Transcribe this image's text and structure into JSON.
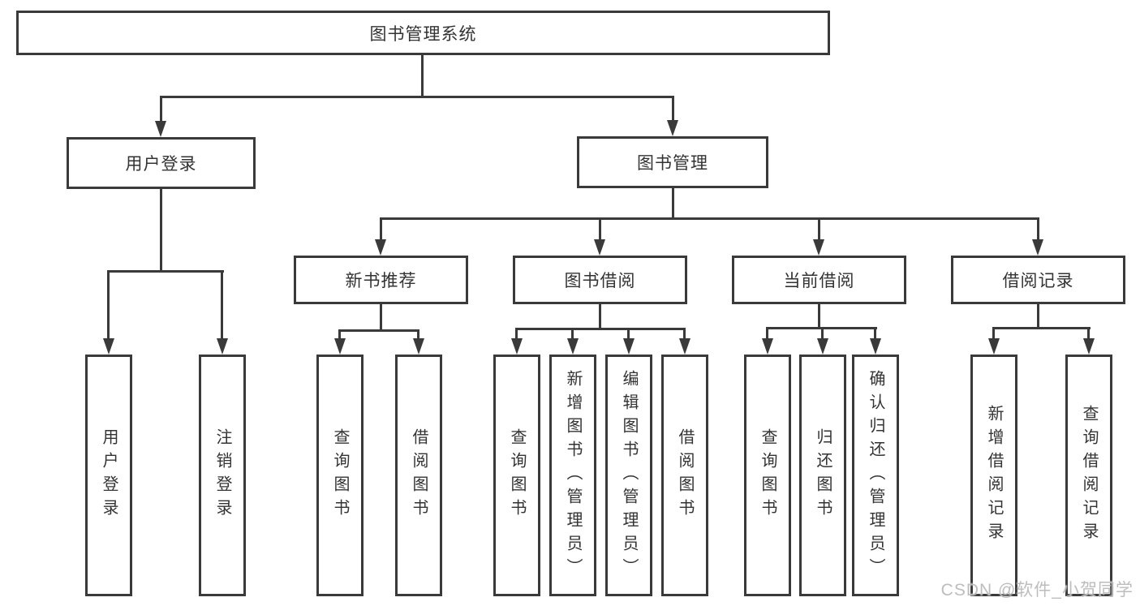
{
  "diagram": {
    "root": {
      "label": "图书管理系统"
    },
    "level2": {
      "user_login": {
        "label": "用户登录"
      },
      "book_mgmt": {
        "label": "图书管理"
      }
    },
    "level3": {
      "new_books": {
        "label": "新书推荐"
      },
      "borrowing": {
        "label": "图书借阅"
      },
      "current": {
        "label": "当前借阅"
      },
      "records": {
        "label": "借阅记录"
      }
    },
    "leaves": {
      "user_login_1": {
        "label": "用户登录"
      },
      "user_login_2": {
        "label": "注销登录"
      },
      "new_books_1": {
        "label": "查询图书"
      },
      "new_books_2": {
        "label": "借阅图书"
      },
      "borrowing_1": {
        "label": "查询图书"
      },
      "borrowing_2": {
        "label": "新增图书（管理员）"
      },
      "borrowing_3": {
        "label": "编辑图书（管理员）"
      },
      "borrowing_4": {
        "label": "借阅图书"
      },
      "current_1": {
        "label": "查询图书"
      },
      "current_2": {
        "label": "归还图书"
      },
      "current_3": {
        "label": "确认归还（管理员）"
      },
      "records_1": {
        "label": "新增借阅记录"
      },
      "records_2": {
        "label": "查询借阅记录"
      }
    }
  },
  "watermark": {
    "text": "CSDN @软件_小贺同学"
  },
  "colors": {
    "line": "#3a3a3a",
    "text": "#333333",
    "background": "#ffffff"
  }
}
